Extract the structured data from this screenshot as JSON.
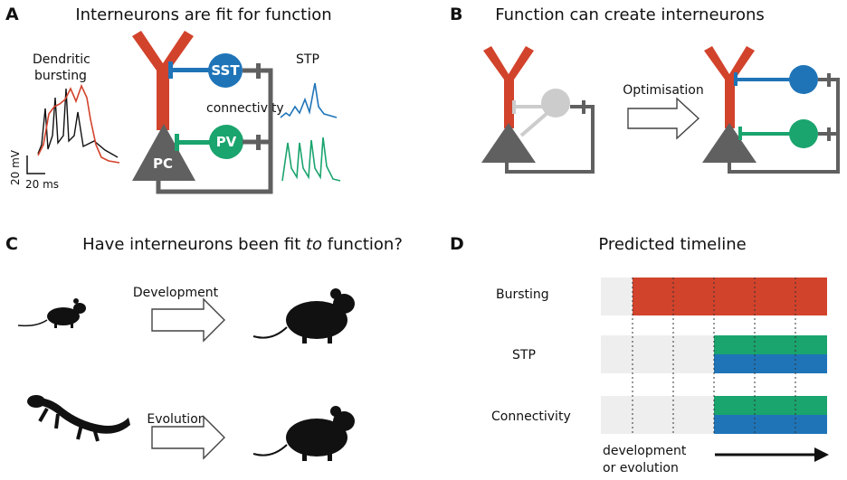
{
  "colors": {
    "red": "#d2432c",
    "dark_red": "#c0392b",
    "blue": "#1f74b8",
    "green": "#1aa46e",
    "gray": "#606060",
    "light_gray": "#cccccc",
    "track": "#eeeeee",
    "black": "#111111"
  },
  "panelA": {
    "letter": "A",
    "title": "Interneurons are fit for function",
    "dendritic": "Dendritic",
    "bursting": "bursting",
    "sst": "SST",
    "pv": "PV",
    "pc": "PC",
    "connectivity": "connectivity",
    "stp": "STP",
    "scale_v": "20 mV",
    "scale_t": "20 ms"
  },
  "panelB": {
    "letter": "B",
    "title": "Function can create interneurons",
    "optimisation": "Optimisation"
  },
  "panelC": {
    "letter": "C",
    "title_pre": "Have interneurons been fit ",
    "title_em": "to",
    "title_post": " function?",
    "development": "Development",
    "evolution": "Evolution"
  },
  "panelD": {
    "letter": "D",
    "title": "Predicted timeline",
    "rows": [
      "Bursting",
      "STP",
      "Connectivity"
    ],
    "axis_line1": "development",
    "axis_line2": "or evolution"
  },
  "chart_data": {
    "type": "timeline",
    "title": "Predicted timeline",
    "rows": [
      {
        "name": "Bursting",
        "start_fraction": 0.14,
        "bands": [
          "red"
        ]
      },
      {
        "name": "STP",
        "start_fraction": 0.5,
        "bands": [
          "green",
          "blue"
        ]
      },
      {
        "name": "Connectivity",
        "start_fraction": 0.5,
        "bands": [
          "green",
          "blue"
        ]
      }
    ],
    "dividers": 5,
    "xlabel": "development or evolution"
  }
}
